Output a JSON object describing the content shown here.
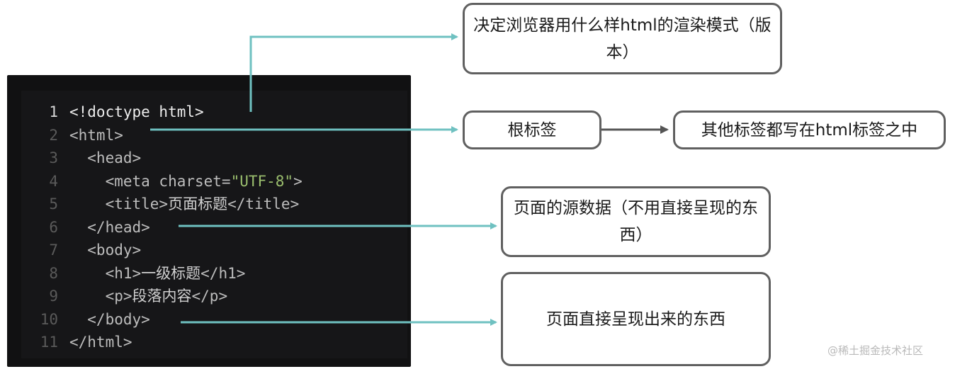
{
  "code": {
    "lines": [
      {
        "num": "1",
        "parts": [
          {
            "cls": "tag",
            "t": "<!doctype html>"
          }
        ]
      },
      {
        "num": "2",
        "parts": [
          {
            "cls": "tag",
            "t": "<html>"
          }
        ]
      },
      {
        "num": "3",
        "parts": [
          {
            "cls": "tag",
            "t": "  <head>"
          }
        ]
      },
      {
        "num": "4",
        "parts": [
          {
            "cls": "tag",
            "t": "    <meta charset="
          },
          {
            "cls": "str",
            "t": "\"UTF-8\""
          },
          {
            "cls": "tag",
            "t": ">"
          }
        ]
      },
      {
        "num": "5",
        "parts": [
          {
            "cls": "tag",
            "t": "    <title>"
          },
          {
            "cls": "plain",
            "t": "页面标题"
          },
          {
            "cls": "tag",
            "t": "</title>"
          }
        ]
      },
      {
        "num": "6",
        "parts": [
          {
            "cls": "tag",
            "t": "  </head>"
          }
        ]
      },
      {
        "num": "7",
        "parts": [
          {
            "cls": "tag",
            "t": "  <body>"
          }
        ]
      },
      {
        "num": "8",
        "parts": [
          {
            "cls": "tag",
            "t": "    <h1>"
          },
          {
            "cls": "plain",
            "t": "一级标题"
          },
          {
            "cls": "tag",
            "t": "</h1>"
          }
        ]
      },
      {
        "num": "9",
        "parts": [
          {
            "cls": "tag",
            "t": "    <p>"
          },
          {
            "cls": "plain",
            "t": "段落内容"
          },
          {
            "cls": "tag",
            "t": "</p>"
          }
        ]
      },
      {
        "num": "10",
        "parts": [
          {
            "cls": "tag",
            "t": "  </body>"
          }
        ]
      },
      {
        "num": "11",
        "parts": [
          {
            "cls": "tag",
            "t": "</html>"
          }
        ]
      }
    ]
  },
  "boxes": {
    "doctype": "决定浏览器用什么样html的渲染模式（版本）",
    "root_tag": "根标签",
    "others_in_html": "其他标签都写在html标签之中",
    "head_desc": "页面的源数据（不用直接呈现的东西）",
    "body_desc": "页面直接呈现出来的东西"
  },
  "colors": {
    "arrow_teal": "#6fc1c1",
    "arrow_gray": "#555555",
    "box_border": "#606060"
  },
  "watermark": "@稀土掘金技术社区"
}
